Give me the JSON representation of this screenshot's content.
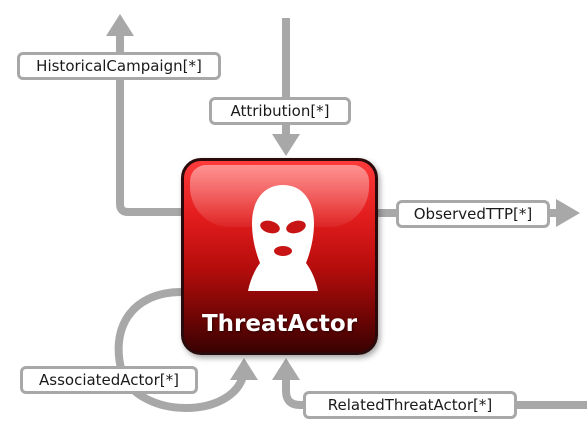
{
  "node": {
    "title": "ThreatActor",
    "icon": "balaclava-mask-icon",
    "colors": {
      "top": "#ff3a3a",
      "bottom": "#3a0101"
    }
  },
  "relations": {
    "historical_campaign": "HistoricalCampaign[*]",
    "attribution": "Attribution[*]",
    "observed_ttp": "ObservedTTP[*]",
    "associated_actor": "AssociatedActor[*]",
    "related_threat_actor": "RelatedThreatActor[*]"
  },
  "connector_color": "#a8a8a8"
}
